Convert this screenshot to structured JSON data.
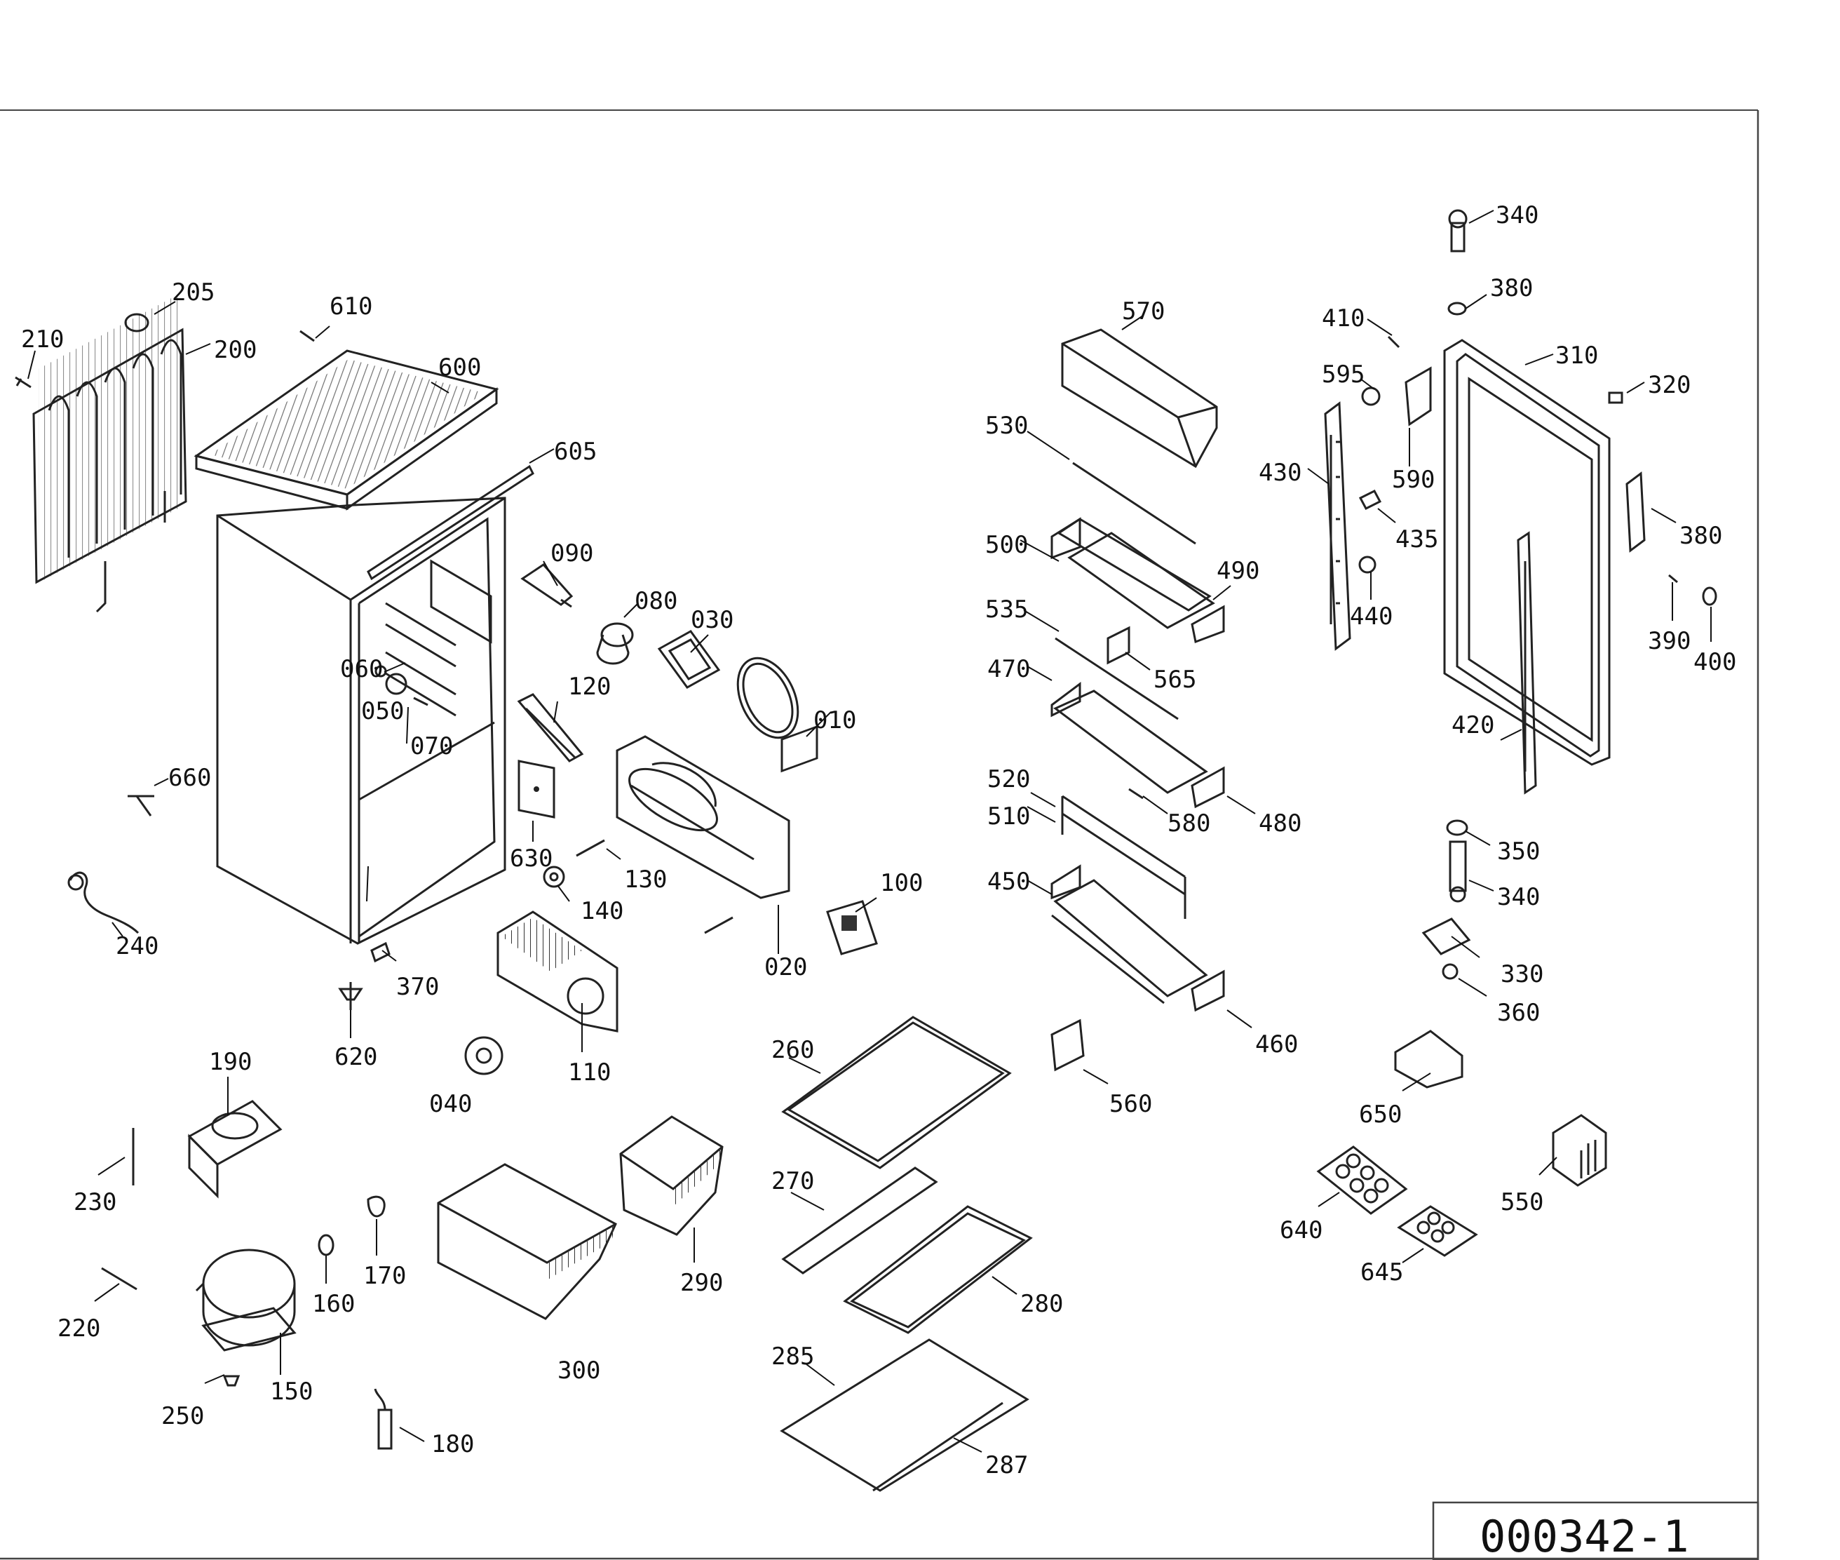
{
  "drawing_number": "000342-1",
  "parts": {
    "p010": "010",
    "p020": "020",
    "p030": "030",
    "p040": "040",
    "p050": "050",
    "p060": "060",
    "p070": "070",
    "p080": "080",
    "p090": "090",
    "p100": "100",
    "p110": "110",
    "p120": "120",
    "p130": "130",
    "p140": "140",
    "p150": "150",
    "p160": "160",
    "p170": "170",
    "p180": "180",
    "p190": "190",
    "p200": "200",
    "p205": "205",
    "p210": "210",
    "p220": "220",
    "p230": "230",
    "p240": "240",
    "p250": "250",
    "p260": "260",
    "p270": "270",
    "p280": "280",
    "p285": "285",
    "p287": "287",
    "p290": "290",
    "p300": "300",
    "p310": "310",
    "p320": "320",
    "p330": "330",
    "p340a": "340",
    "p340b": "340",
    "p350": "350",
    "p360": "360",
    "p370": "370",
    "p380a": "380",
    "p380b": "380",
    "p390": "390",
    "p400": "400",
    "p410": "410",
    "p420": "420",
    "p430": "430",
    "p435": "435",
    "p440": "440",
    "p450": "450",
    "p460": "460",
    "p470": "470",
    "p480": "480",
    "p490": "490",
    "p500": "500",
    "p510": "510",
    "p520": "520",
    "p530": "530",
    "p535": "535",
    "p550": "550",
    "p560": "560",
    "p565": "565",
    "p570": "570",
    "p580": "580",
    "p590": "590",
    "p595": "595",
    "p600": "600",
    "p605": "605",
    "p610": "610",
    "p620": "620",
    "p630": "630",
    "p640": "640",
    "p645": "645",
    "p650": "650",
    "p660": "660"
  }
}
